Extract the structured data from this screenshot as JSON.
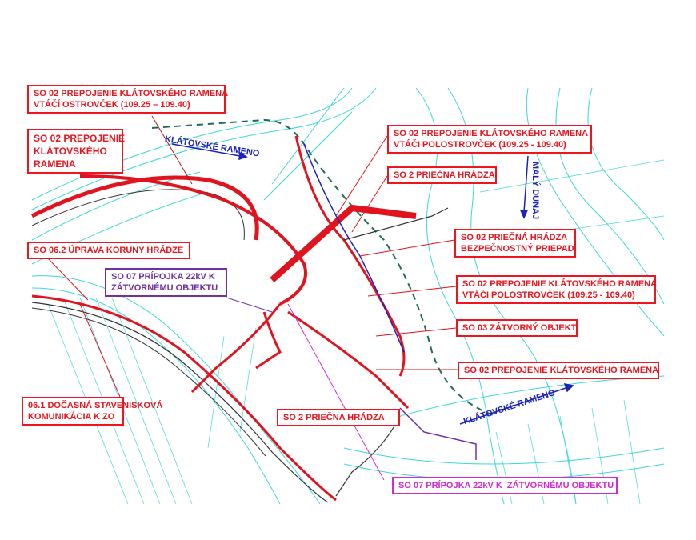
{
  "labels": {
    "l1": "SO 02 PREPOJENIE KLÁTOVSKÉHO RAMENA\nVTÁČÍ OSTROVČEK (109.25 – 109.40)",
    "l2": "SO 02 PREPOJENIE\nKLÁTOVSKÉHO\nRAMENA",
    "l3": "SO 02 PREPOJENIE KLÁTOVSKÉHO RAMENA\nVTÁČI POLOSTROVČEK (109.25 - 109.40)",
    "l4": "SO 2 PRIEČNA HRÁDZA",
    "l5": "SO 02 PRIEČNÁ HRÁDZA\nBEZPEČNOSTNÝ PRIEPAD",
    "l6": "SO 02 PREPOJENIE KLÁTOVSKÉHO RAMENA\nVTÁČI POLOSTROVČEK (109.25 - 109.40)",
    "l7": "SO 03 ZÁTVORNÝ OBJEKT",
    "l8": "SO 02 PREPOJENIE KLÁTOVSKÉHO RAMENA",
    "l9": "SO 06.2 ÚPRAVA KORUNY HRÁDZE",
    "l10": "SO 07 PRÍPOJKA 22kV K\nZÁTVORNÉMU OBJEKTU",
    "l11": "06.1 DOČASNÁ STAVENISKOVÁ\nKOMUNIKÁCIA K ZO",
    "l12": "SO 2 PRIEČNA HRÁDZA",
    "l13": "SO 07 PRÍPOJKA 22kV K  ZÁTVORNÉMU OBJEKTU"
  },
  "water": {
    "klatovske_top": "KLÁTOVSKÉ RAMENO",
    "maly_dunaj": "MALÝ DUNAJ",
    "klatovske_bottom": "KLÁTOVSKÉ RAMENO"
  },
  "colors": {
    "label": "#e8141e",
    "water": "#1a22b8",
    "contour": "#3fd6d6",
    "road": "#e0141e",
    "power": "#7030a0"
  }
}
